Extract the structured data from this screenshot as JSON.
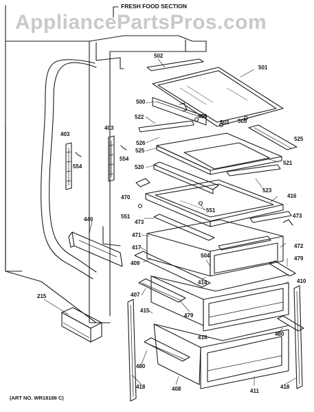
{
  "watermark": "AppliancePartsPros.com",
  "header": {
    "title": "FRESH FOOD SECTION"
  },
  "art_number": "(ART NO. WR18188 C)",
  "callouts": [
    {
      "id": "c502",
      "text": "502"
    },
    {
      "id": "c501",
      "text": "501"
    },
    {
      "id": "c500",
      "text": "500"
    },
    {
      "id": "c522",
      "text": "522"
    },
    {
      "id": "c505a",
      "text": "505"
    },
    {
      "id": "c503",
      "text": "503"
    },
    {
      "id": "c505b",
      "text": "505"
    },
    {
      "id": "c526",
      "text": "526"
    },
    {
      "id": "c525a",
      "text": "525"
    },
    {
      "id": "c525b",
      "text": "525"
    },
    {
      "id": "c403a",
      "text": "403"
    },
    {
      "id": "c403b",
      "text": "403"
    },
    {
      "id": "c554a",
      "text": "554"
    },
    {
      "id": "c554b",
      "text": "554"
    },
    {
      "id": "c520",
      "text": "520"
    },
    {
      "id": "c521",
      "text": "521"
    },
    {
      "id": "c523",
      "text": "523"
    },
    {
      "id": "c470",
      "text": "470"
    },
    {
      "id": "c416",
      "text": "416"
    },
    {
      "id": "c551a",
      "text": "551"
    },
    {
      "id": "c551b",
      "text": "551"
    },
    {
      "id": "c473a",
      "text": "473"
    },
    {
      "id": "c473b",
      "text": "473"
    },
    {
      "id": "c440",
      "text": "440"
    },
    {
      "id": "c471",
      "text": "471"
    },
    {
      "id": "c417",
      "text": "417"
    },
    {
      "id": "c504",
      "text": "504"
    },
    {
      "id": "c472",
      "text": "472"
    },
    {
      "id": "c409",
      "text": "409"
    },
    {
      "id": "c479a",
      "text": "479"
    },
    {
      "id": "c414a",
      "text": "414"
    },
    {
      "id": "c410",
      "text": "410"
    },
    {
      "id": "c215",
      "text": "215"
    },
    {
      "id": "c407",
      "text": "407"
    },
    {
      "id": "c479b",
      "text": "479"
    },
    {
      "id": "c415",
      "text": "415"
    },
    {
      "id": "c414b",
      "text": "414"
    },
    {
      "id": "c480a",
      "text": "480"
    },
    {
      "id": "c480b",
      "text": "480"
    },
    {
      "id": "c418a",
      "text": "418"
    },
    {
      "id": "c408",
      "text": "408"
    },
    {
      "id": "c411",
      "text": "411"
    },
    {
      "id": "c418b",
      "text": "418"
    }
  ]
}
